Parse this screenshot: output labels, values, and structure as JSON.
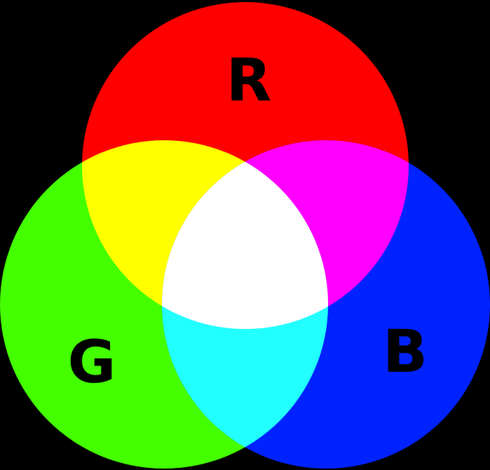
{
  "background_color": "#000000",
  "circles": [
    {
      "id": "red",
      "label": "R",
      "color": "#ff0000"
    },
    {
      "id": "green",
      "label": "G",
      "color": "#44ff00"
    },
    {
      "id": "blue",
      "label": "B",
      "color": "#0022ff"
    }
  ],
  "overlaps": {
    "red_green": "#ffff00",
    "red_blue": "#ff00ff",
    "green_blue": "#22ffff",
    "all": "#ffffff"
  },
  "label_color": "#000000"
}
